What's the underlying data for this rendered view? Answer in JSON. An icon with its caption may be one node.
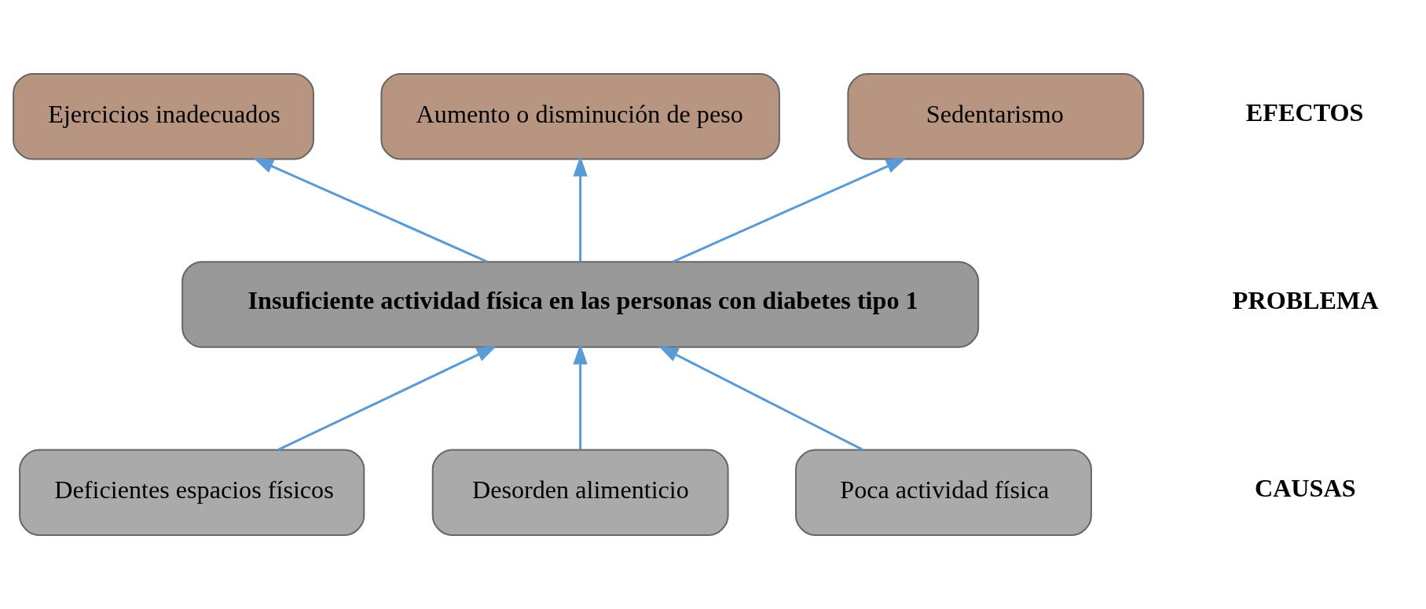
{
  "diagram": {
    "nodes": [
      {
        "text": [
          "Ejercicios inadecuados"
        ]
      },
      {
        "text": [
          "Aumento o disminución de peso"
        ]
      },
      {
        "text": [
          "Sedentarismo"
        ]
      },
      {
        "text": [
          "Insuficiente actividad física en las personas con diabetes tipo 1"
        ]
      },
      {
        "text": [
          "Deficientes espacios físicos"
        ]
      },
      {
        "text": [
          "Desorden alimenticio"
        ]
      },
      {
        "text": [
          "Poca actividad física"
        ]
      }
    ],
    "edges": [
      {
        "from": 3,
        "to": 0,
        "arrow": "to"
      },
      {
        "from": 3,
        "to": 1,
        "arrow": "to"
      },
      {
        "from": 3,
        "to": 2,
        "arrow": "to"
      },
      {
        "from": 4,
        "to": 3,
        "arrow": "to"
      },
      {
        "from": 5,
        "to": 3,
        "arrow": "to"
      },
      {
        "from": 6,
        "to": 3,
        "arrow": "to"
      }
    ],
    "labels": [
      "EFECTOS",
      "PROBLEMA",
      "CAUSAS"
    ]
  }
}
